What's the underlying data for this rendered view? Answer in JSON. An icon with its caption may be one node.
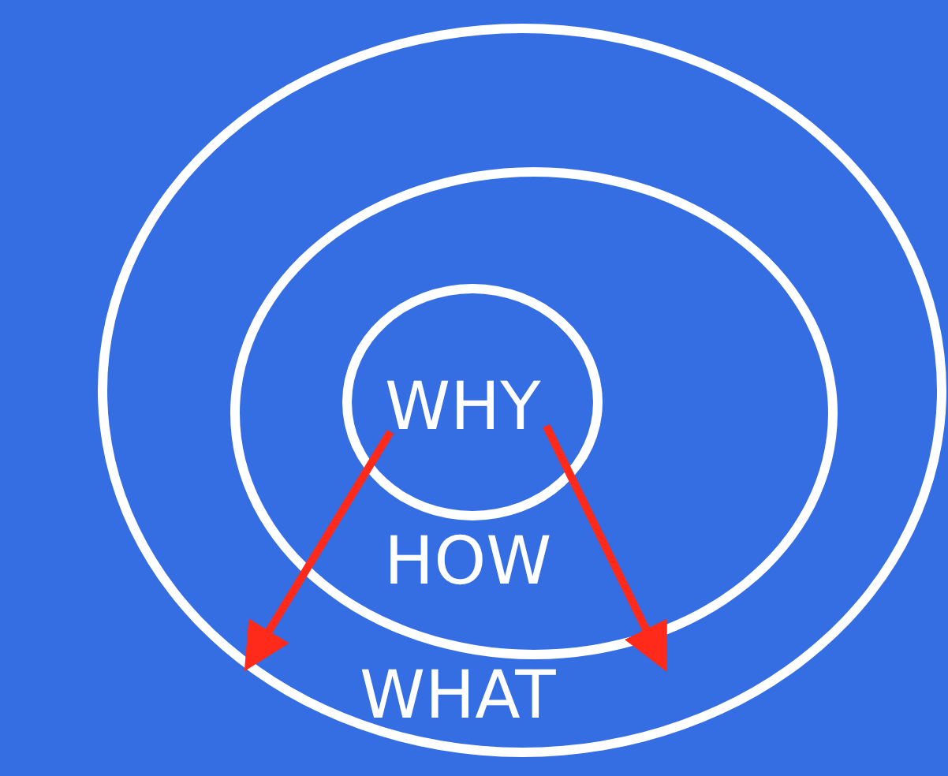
{
  "diagram": {
    "nodes": [
      {
        "text": [
          "WHAT"
        ]
      },
      {
        "text": [
          "HOW"
        ],
        "in": 0
      },
      {
        "text": [
          "WHY"
        ],
        "in": 1
      }
    ],
    "edges": [
      {
        "from": 2,
        "to": 0,
        "arrow": "to",
        "color": "#ff2a1a"
      },
      {
        "from": 2,
        "to": 0,
        "arrow": "to",
        "color": "#ff2a1a"
      }
    ]
  }
}
